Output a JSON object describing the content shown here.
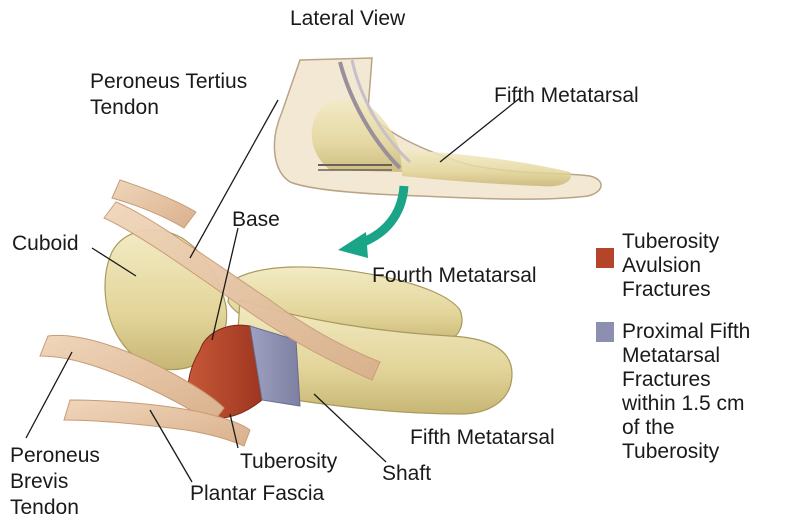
{
  "title": "Lateral View",
  "labels": {
    "peroneus_tertius": [
      "Peroneus Tertius",
      "Tendon"
    ],
    "fifth_metatarsal_top": "Fifth Metatarsal",
    "base": "Base",
    "cuboid": "Cuboid",
    "fourth_metatarsal": "Fourth Metatarsal",
    "fifth_metatarsal_bottom": "Fifth Metatarsal",
    "peroneus_brevis": [
      "Peroneus",
      "Brevis",
      "Tendon"
    ],
    "tuberosity": "Tuberosity",
    "shaft": "Shaft",
    "plantar_fascia": "Plantar Fascia"
  },
  "legend": [
    {
      "lines": [
        "Tuberosity",
        "Avulsion",
        "Fractures"
      ],
      "color": "#b5452a"
    },
    {
      "lines": [
        "Proximal Fifth",
        "Metatarsal",
        "Fractures",
        "within 1.5 cm",
        "of the",
        "Tuberosity"
      ],
      "color": "#8d8fb0"
    }
  ],
  "colors": {
    "bone": "#eadfa8",
    "bone_shadow": "#c9b97a",
    "tendon": "#e8c7a6",
    "arrow": "#1aa488",
    "skin": "#f3e7d2"
  }
}
